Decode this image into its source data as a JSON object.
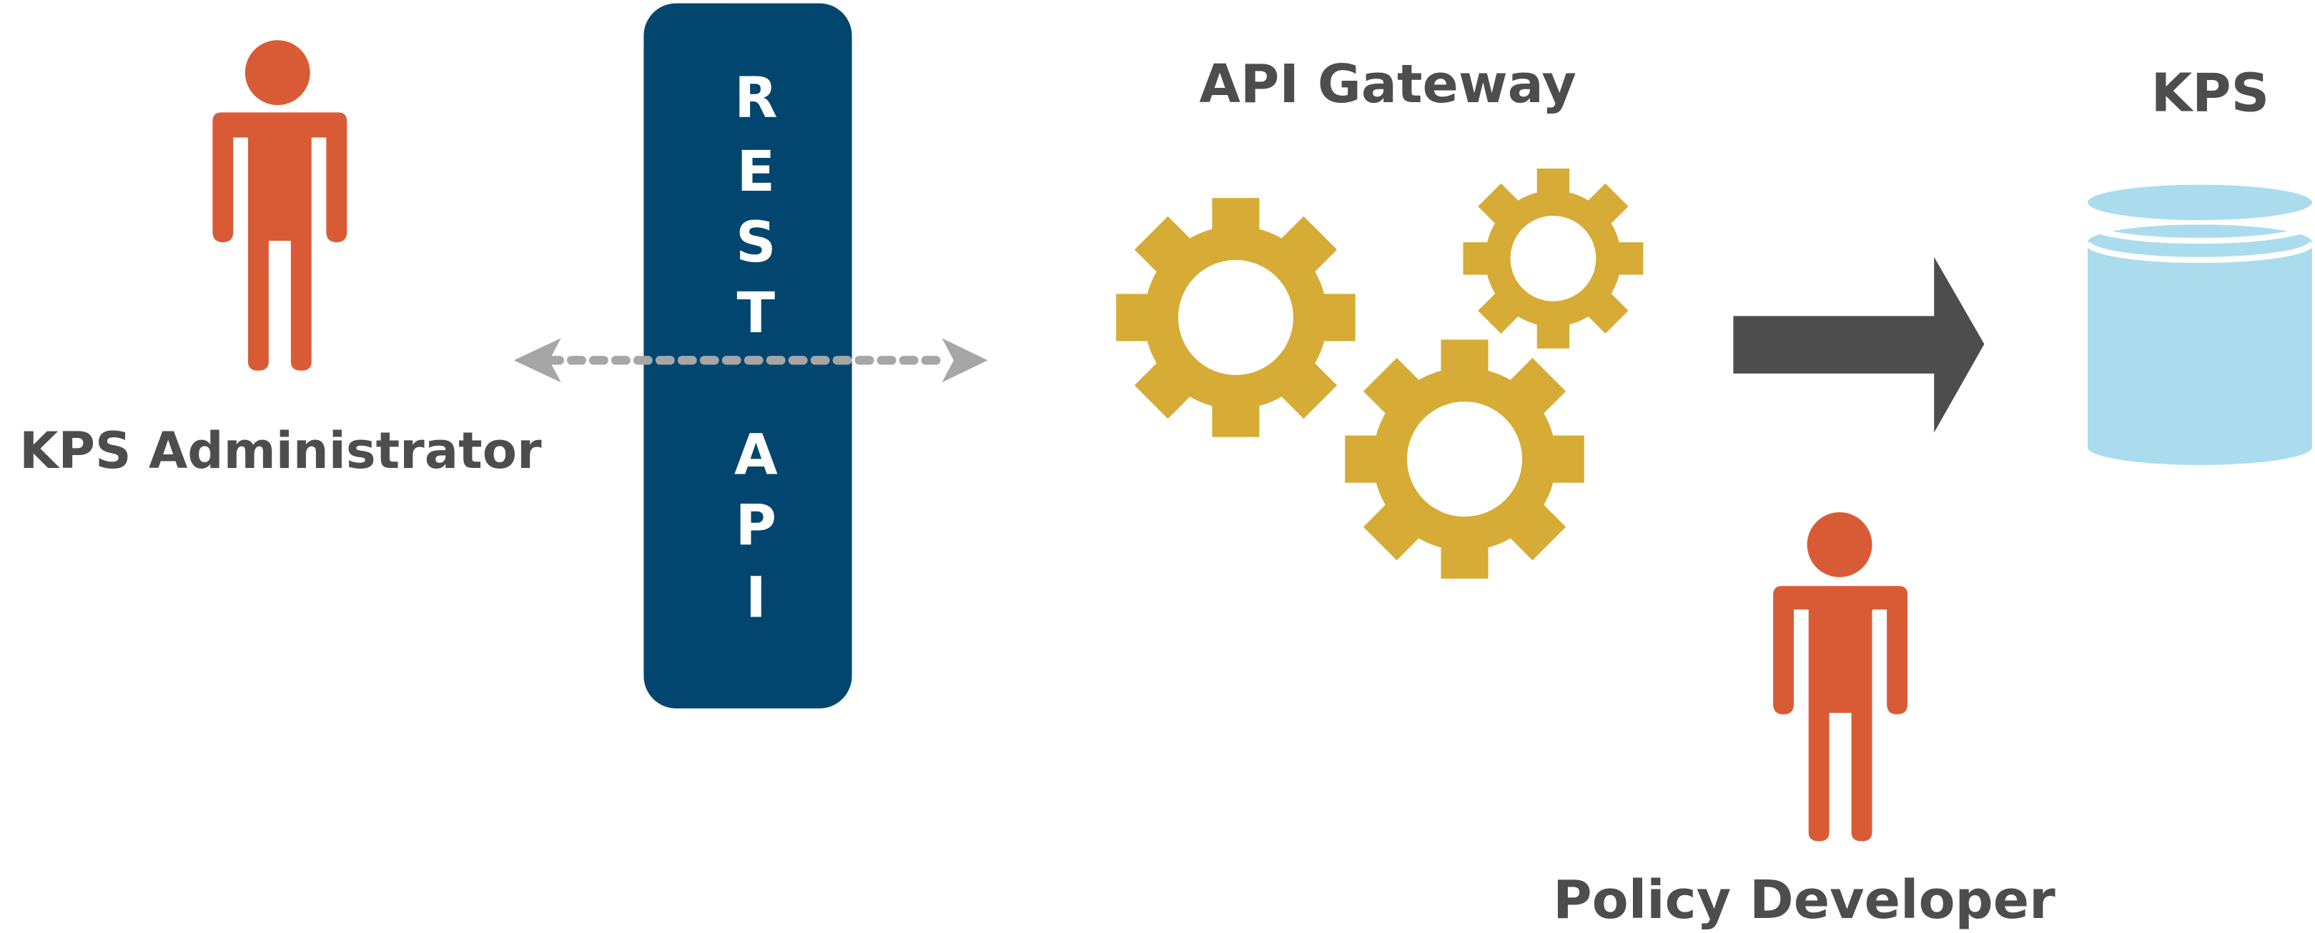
{
  "labels": {
    "administrator": "KPS Administrator",
    "gateway": "API Gateway",
    "kps": "KPS",
    "developer": "Policy Developer"
  },
  "rest_api": {
    "letters": [
      "R",
      "E",
      "S",
      "T",
      "A",
      "P",
      "I"
    ]
  },
  "colors": {
    "person": "#d95b35",
    "rest_panel": "#024670",
    "gear": "#d6ab36",
    "arrow": "#4d4d4d",
    "dotted_arrow": "#a6a6a6",
    "database": "#aadcee",
    "label": "#4d4d4d"
  },
  "icons": {
    "administrator": "person-icon",
    "developer": "person-icon",
    "gateway": "gears-icon",
    "kps": "database-icon",
    "connection": "bidirectional-dotted-arrow",
    "flow": "right-arrow"
  }
}
